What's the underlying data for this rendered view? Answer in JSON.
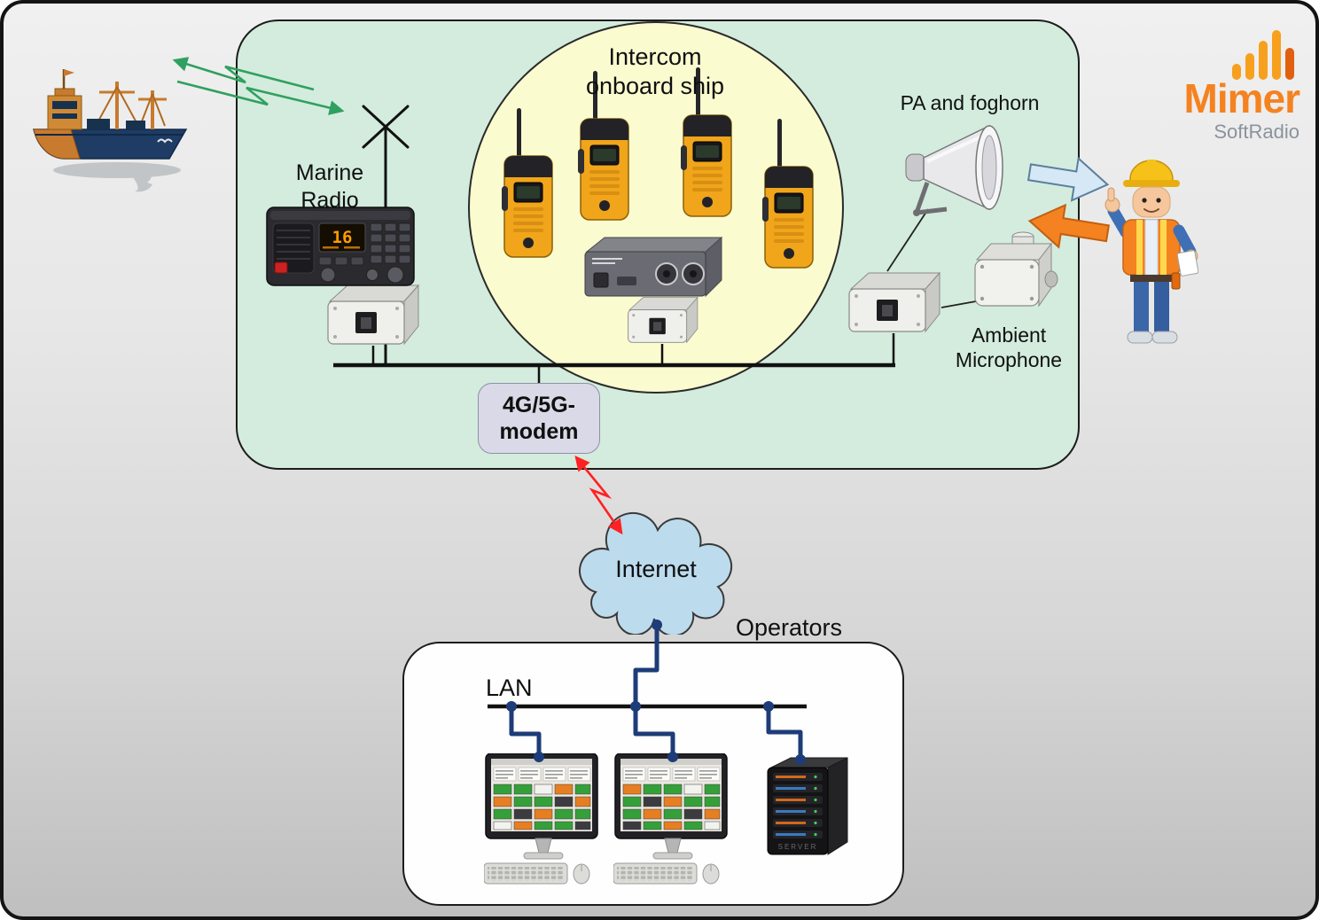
{
  "logo": {
    "brand": "Mimer",
    "product": "SoftRadio"
  },
  "ship_area": {
    "intercom_title": "Intercom\nonboard ship",
    "marine_radio_label": "Marine\nRadio",
    "radio_channel": "16",
    "pa_label": "PA and foghorn",
    "ambient_mic_label": "Ambient\nMicrophone",
    "modem_label": "4G/5G-\nmodem"
  },
  "shore": {
    "internet_label": "Internet",
    "operators_label": "Operators",
    "lan_label": "LAN",
    "server_label": "SERVER"
  },
  "colors": {
    "brand_orange": "#F58220",
    "logo_gray": "#8B929C",
    "ship_area_green": "#D3ECDD",
    "intercom_yellow": "#FBFBD0",
    "modem_lavender": "#D9D9E7",
    "cloud_blue": "#BCDCEE",
    "lan_navy": "#1D3C78",
    "link_green": "#2FA05F",
    "link_red": "#FF2222",
    "arrow_blue": "#D6E8F5"
  }
}
